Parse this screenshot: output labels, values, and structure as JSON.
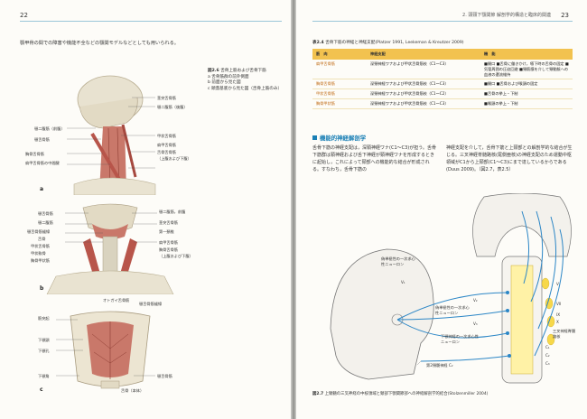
{
  "left_page": {
    "folio": "22",
    "intro_text": "顎甲骨の間での障害や機能不全などの顎関モデルなどとしても用いられる。",
    "figure_caption": {
      "number": "図2.6",
      "title": "舌骨上筋および舌骨下筋",
      "items": [
        "a 舌骨筋群の前外側面",
        "b 前面から見た図",
        "c 頭蓋基底から見た図（舌骨上筋のみ）"
      ]
    },
    "panel_a": {
      "letter": "a",
      "labels": {
        "r1": "茎突舌骨筋",
        "r2": "顎二腹筋（後腹）",
        "r3": "甲状舌骨筋",
        "r4": "肩甲舌骨筋",
        "r5": "舌骨舌骨筋",
        "r6": "（上腹および下腹）",
        "l1": "顎二腹筋（前腹）",
        "l2": "顎舌骨筋",
        "l3": "胸骨舌骨筋",
        "l4": "肩甲舌骨筋の中間腱"
      }
    },
    "panel_b": {
      "letter": "b",
      "labels": {
        "l1": "顎舌骨筋",
        "l2": "顎二腹筋",
        "l3": "顎舌骨筋縫線",
        "l4": "舌骨",
        "l5": "甲状舌骨筋",
        "l6": "甲状軟骨",
        "l7": "胸骨甲状筋",
        "r1": "顎二腹筋，前腹",
        "r2": "茎突舌骨筋",
        "r3": "第一頚椎",
        "r4": "肩甲舌骨筋",
        "r5": "胸骨舌骨筋",
        "r6": "（上腹および下腹）"
      }
    },
    "panel_c": {
      "letter": "c",
      "labels": {
        "t1": "オトガイ舌骨筋",
        "t2": "顎舌骨筋縫線",
        "l1": "筋突起",
        "l2": "下顎頭",
        "l3": "下顎孔",
        "l4": "下顎角",
        "r1": "顎舌骨筋",
        "b1": "舌骨（本体）"
      }
    }
  },
  "right_page": {
    "folio": "23",
    "running_head": "2. 頭頸下顎関節 解剖学的構造と臨床的関連",
    "table_caption": {
      "number": "表2.4",
      "title": "舌骨下筋の神経と神経支配(Platzer 1991, Leekeman & Kreutzer 2009)"
    },
    "table": {
      "headers": [
        "筋　肉",
        "神経支配",
        "機　能"
      ],
      "rows": [
        [
          "肩甲舌骨筋",
          "深頸神経ワナおよび甲状舌骨筋枝（C1〜C3）",
          "■開口 ■舌骨に働きかけ，嚥下時の舌骨の固定 ■気管周囲の圧迫回避 ■頸筋膜を介して頸動脈への血液の還流維持"
        ],
        [
          "胸骨舌骨筋",
          "深頸神経ワナおよび甲状舌骨筋枝（C1〜C3）",
          "■開口 ■舌骨および喉頭の固定"
        ],
        [
          "甲状舌骨筋",
          "深頸神経ワナおよび甲状舌骨筋枝（C1〜C2）",
          "■舌骨の挙上・下制"
        ],
        [
          "胸骨甲状筋",
          "深頸神経ワナおよび甲状舌骨筋枝（C1〜C3）",
          "■喉頭の挙上・下制"
        ]
      ]
    },
    "section_heading": "機能的神経解剖学",
    "body_col1": "舌骨下筋の神経支配は，深頸神経ワナ(C1〜C3)が担う。舌骨下筋群は頸神経および舌下神経が頸神経ワナを形成するときに起始し，これによって頸部への機能的な結合が形成される。すなわち，舌骨下筋の",
    "body_col2": "神経支配を介して，舌骨下筋と上頸部との解剖学的な結合が生じる。三叉神経脊髄路核(尾側亜核)の神経支配のため運動中枢領域がC1から上頸部(C1〜C3)にまで達しているからである(Duus 2009)。（図2.7，表2.5）",
    "diagram_labels": {
      "a": "偽単極性の一次求心性ニューロン",
      "v1": "V₁",
      "b": "偽単極性の一次求心性ニューロン",
      "v2": "V₂",
      "v3": "V₃",
      "c": "下顎神経の一次求心性ニューロン",
      "d": "第2頸髄神経 C₂",
      "e": "三叉神経脊髄路核",
      "f": "C₁",
      "g": "C₂",
      "h": "C₃",
      "r1": "V",
      "r2": "VII",
      "r3": "IX",
      "r4": "X"
    },
    "figure_caption_27": {
      "number": "図2.7",
      "text": "上頸髄の三叉神経の中核領域と頸部下顎関節部への神経解剖学的結合(Stolzenmiller 2004)"
    }
  },
  "colors": {
    "accent_blue": "#1a7fb5",
    "table_header": "#f2c24f",
    "muscle_red": "#b8554a"
  }
}
